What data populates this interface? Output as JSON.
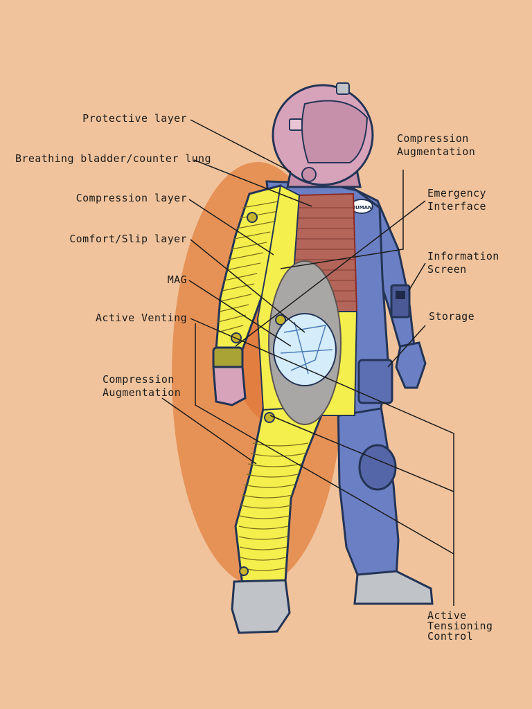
{
  "colors": {
    "background": "#f0c39c",
    "aura": "#e48a4a",
    "suit_blue": "#6b7fc4",
    "outline": "#233456",
    "compression_yellow": "#f4ef4d",
    "helmet": "#d7a3ba",
    "bladder_red": "#b46559",
    "mag_grey": "#a9a7a5",
    "screen_blue": "#d5ecfb",
    "boot_grey": "#c0c3c8"
  },
  "labels": {
    "left": {
      "protective_layer": "Protective layer",
      "breathing_bladder": "Breathing bladder/counter lung",
      "compression_layer": "Compression layer",
      "comfort_slip_layer": "Comfort/Slip layer",
      "mag": "MAG",
      "active_venting": "Active Venting",
      "compression_augmentation": "Compression\nAugmentation"
    },
    "right": {
      "compression_augmentation": "Compression\nAugmentation",
      "emergency_interface": "Emergency\nInterface",
      "information_screen": "Information\nScreen",
      "storage": "Storage",
      "active_tensioning_control": "Active\nTensioning\nControl"
    }
  },
  "suit": {
    "chest_badge": "HUMAN"
  }
}
